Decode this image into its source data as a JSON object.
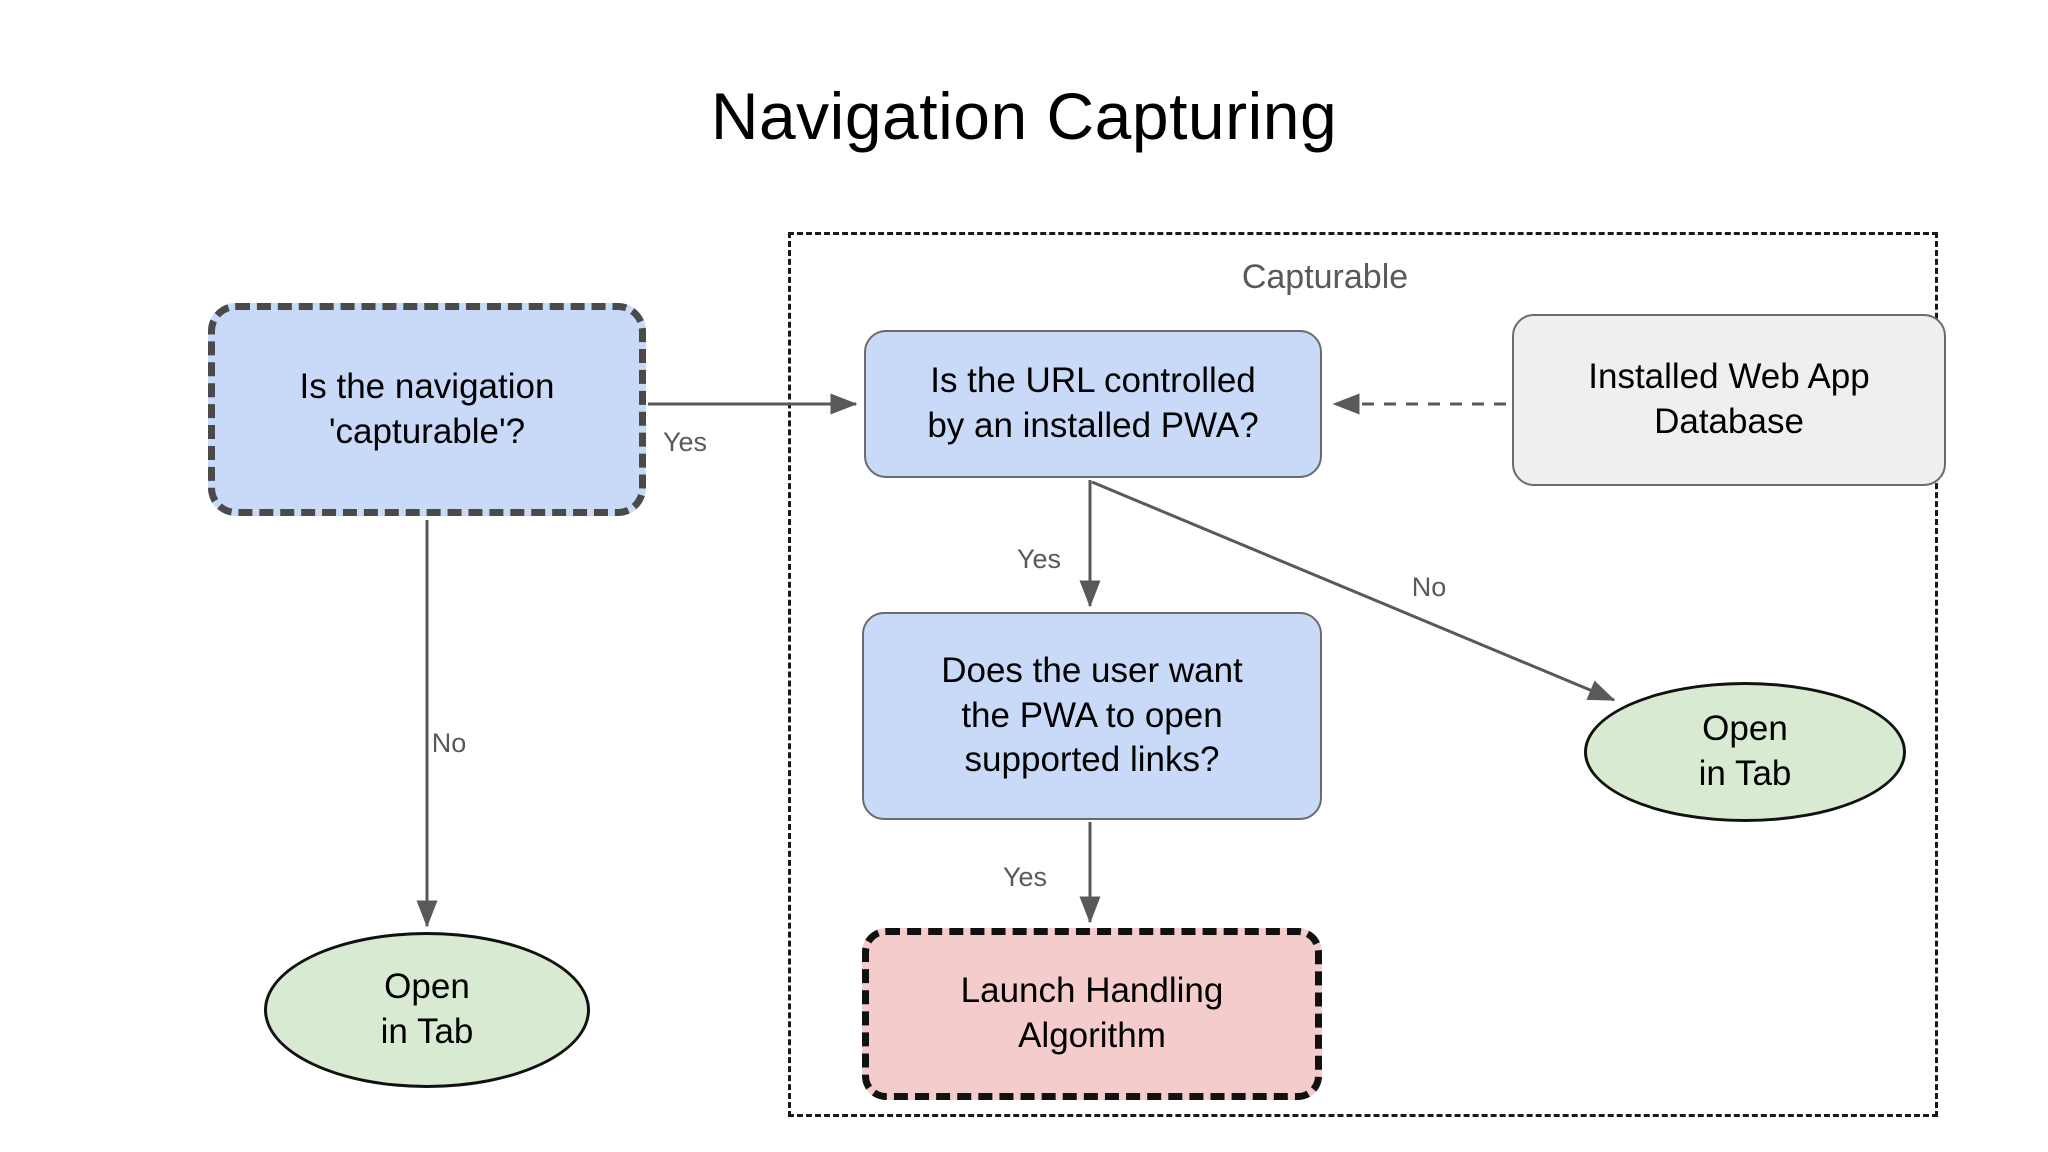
{
  "page": {
    "title": "Navigation Capturing",
    "background_color": "#ffffff"
  },
  "group": {
    "label": "Capturable",
    "border_style": "dashed",
    "border_color": "#1a1a1a"
  },
  "nodes": {
    "is_navigation_capturable": {
      "label": "Is the navigation\n'capturable'?",
      "shape": "rounded-rect",
      "fill": "#c9daf8",
      "stroke": "#4a4a4a",
      "stroke_style": "dashed"
    },
    "is_url_controlled": {
      "label": "Is the URL controlled\nby an installed PWA?",
      "shape": "rounded-rect",
      "fill": "#c9daf8",
      "stroke": "#6b6b6b",
      "stroke_style": "solid"
    },
    "installed_web_app_database": {
      "label": "Installed Web App\nDatabase",
      "shape": "rounded-rect",
      "fill": "#efefef",
      "stroke": "#6b6b6b",
      "stroke_style": "solid"
    },
    "does_user_want_pwa": {
      "label": "Does the user want\nthe PWA to open\nsupported links?",
      "shape": "rounded-rect",
      "fill": "#c9daf8",
      "stroke": "#6b6b6b",
      "stroke_style": "solid"
    },
    "launch_handling_algorithm": {
      "label": "Launch Handling\nAlgorithm",
      "shape": "rounded-rect",
      "fill": "#f4cccc",
      "stroke": "#111111",
      "stroke_style": "dashed"
    },
    "open_in_tab_left": {
      "label": "Open\nin Tab",
      "shape": "ellipse",
      "fill": "#d9ead3",
      "stroke": "#111111",
      "stroke_style": "solid"
    },
    "open_in_tab_right": {
      "label": "Open\nin Tab",
      "shape": "ellipse",
      "fill": "#d9ead3",
      "stroke": "#111111",
      "stroke_style": "solid"
    }
  },
  "edges": [
    {
      "id": "edge-capturable-yes",
      "from": "is_navigation_capturable",
      "to": "is_url_controlled",
      "label": "Yes",
      "style": "solid"
    },
    {
      "id": "edge-capturable-no",
      "from": "is_navigation_capturable",
      "to": "open_in_tab_left",
      "label": "No",
      "style": "solid"
    },
    {
      "id": "edge-url-yes",
      "from": "is_url_controlled",
      "to": "does_user_want_pwa",
      "label": "Yes",
      "style": "solid"
    },
    {
      "id": "edge-url-no",
      "from": "is_url_controlled",
      "to": "open_in_tab_right",
      "label": "No",
      "style": "solid"
    },
    {
      "id": "edge-user-yes",
      "from": "does_user_want_pwa",
      "to": "launch_handling_algorithm",
      "label": "Yes",
      "style": "solid"
    },
    {
      "id": "edge-database-lookup",
      "from": "installed_web_app_database",
      "to": "is_url_controlled",
      "label": "",
      "style": "dashed"
    }
  ],
  "edge_labels": {
    "yes_1": "Yes",
    "no_1": "No",
    "yes_2": "Yes",
    "no_2": "No",
    "yes_3": "Yes"
  },
  "colors": {
    "blue_fill": "#c9daf8",
    "green_fill": "#d9ead3",
    "pink_fill": "#f4cccc",
    "gray_fill": "#efefef",
    "edge_stroke": "#59595b",
    "label_text": "#59595b"
  }
}
